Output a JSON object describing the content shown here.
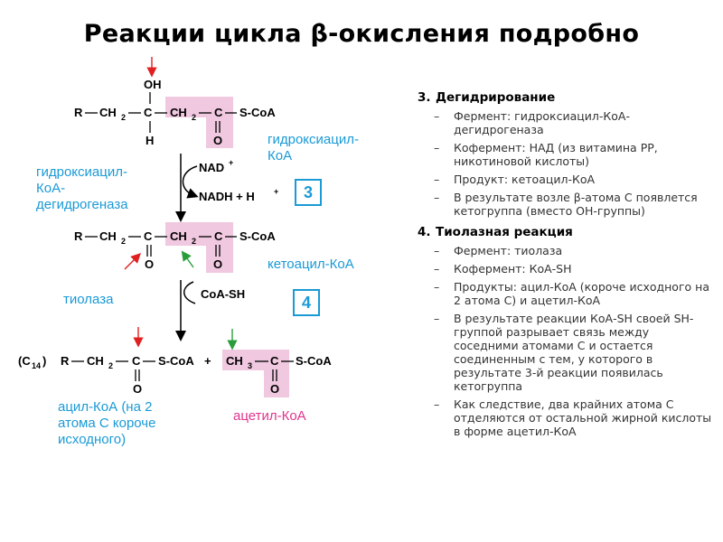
{
  "title": "Реакции цикла β-окисления подробно",
  "scheme": {
    "mol1": {
      "R": "R",
      "ch2": "CH",
      "c1": "C",
      "ch2b": "CH",
      "c2": "C",
      "scoa": "S-CoA",
      "oh": "OH",
      "h": "H",
      "o": "O",
      "sub2": "2"
    },
    "mol2": {
      "R": "R",
      "ch2": "CH",
      "c1": "C",
      "ch2b": "CH",
      "c2": "C",
      "scoa": "S-CoA",
      "o1": "O",
      "o2": "O",
      "sub2": "2"
    },
    "mol3": {
      "c14": "(C",
      "c14sub": "14",
      "c14close": ")",
      "R": "R",
      "ch2": "CH",
      "c": "C",
      "scoa": "S-CoA",
      "o": "O",
      "plus": "+",
      "ch3": "CH",
      "sub3": "3",
      "c2": "C",
      "scoa2": "S-CoA",
      "o2": "O",
      "sub2": "2"
    },
    "cof1": {
      "nad": "NAD",
      "nad_sup": "+",
      "nadh": "NADH  + H",
      "h_sup": "+"
    },
    "cof2": {
      "coash": "CoA-SH"
    }
  },
  "labels": {
    "hydroxyacyl_coa": "гидроксиацил-\nКоА",
    "dehydrogenase": "гидроксиацил-\nКоА-\nдегидрогеназа",
    "ketoacyl_coa": "кетоацил-КоА",
    "thiolase": "тиолаза",
    "acyl_coa": "ацил-КоА (на 2\nатома С короче\nисходного)",
    "acetyl_coa": "ацетил-КоА"
  },
  "steps": {
    "three": "3",
    "four": "4"
  },
  "sections": [
    {
      "num": "3.",
      "title": "Дегидрирование",
      "items": [
        "Фермент: гидроксиацил-КоА-дегидрогеназа",
        "Кофермент: НАД (из витамина РР, никотиновой кислоты)",
        "Продукт: кетоацил-КоА",
        "В результате возле β-атома С появлется кетогруппа (вместо ОН-группы)"
      ]
    },
    {
      "num": "4.",
      "title": "Тиолазная реакция",
      "items": [
        "Фермент: тиолаза",
        "Кофермент: КоА-SH",
        "Продукты: ацил-КоА (короче исходного на 2 атома С) и ацетил-КоА",
        "В результате реакции КоА-SH своей SH-группой разрывает связь между соседними атомами С и остается соединенным с тем, у которого в результате 3-й реакции появилась кетогруппа",
        "Как следствие, два крайних атома С отделяются от остальной жирной кислоты в форме ацетил-КоА"
      ]
    }
  ],
  "colors": {
    "highlight": "#f0c8e0",
    "blue_label": "#1a9ad6",
    "pink_label": "#e0358e",
    "red_arrow": "#e02020",
    "green_arrow": "#2a9d3a"
  }
}
